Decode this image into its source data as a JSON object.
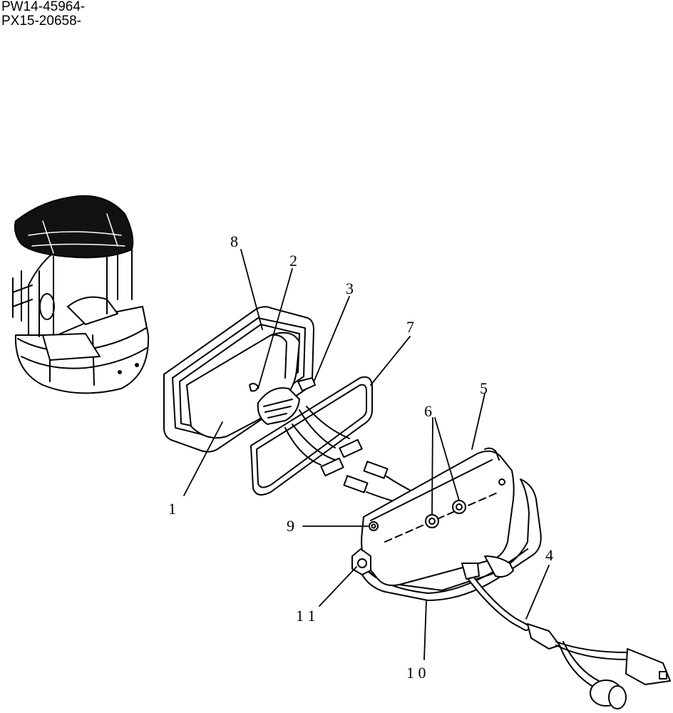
{
  "header": {
    "serial_lines": [
      "PW14-45964-",
      "PX15-20658-"
    ]
  },
  "callouts": [
    {
      "id": "1",
      "label": "1"
    },
    {
      "id": "2",
      "label": "2"
    },
    {
      "id": "3",
      "label": "3"
    },
    {
      "id": "4",
      "label": "4"
    },
    {
      "id": "5",
      "label": "5"
    },
    {
      "id": "6",
      "label": "6"
    },
    {
      "id": "7",
      "label": "7"
    },
    {
      "id": "8",
      "label": "8"
    },
    {
      "id": "9",
      "label": "9"
    },
    {
      "id": "10",
      "label": "1 0"
    },
    {
      "id": "11",
      "label": "1 1"
    }
  ],
  "colors": {
    "ink": "#000000",
    "paper": "#ffffff",
    "roof": "#111111"
  }
}
